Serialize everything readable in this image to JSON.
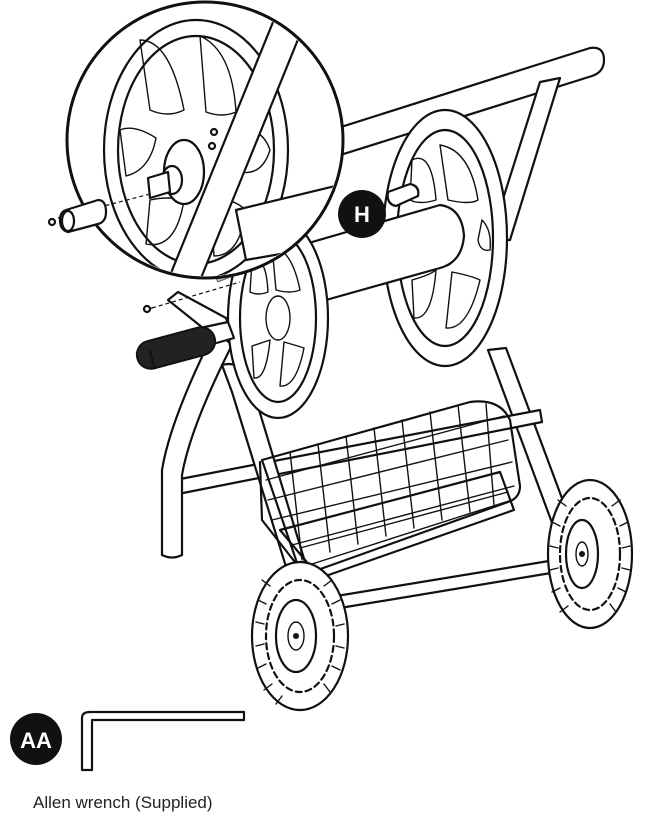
{
  "callouts": {
    "part_h": "H",
    "tool_aa": "AA"
  },
  "tool": {
    "caption": "Allen wrench (Supplied)"
  },
  "colors": {
    "ink": "#111111",
    "badge": "#111111",
    "grip": "#222222",
    "arrow": "#b8b8b8"
  }
}
